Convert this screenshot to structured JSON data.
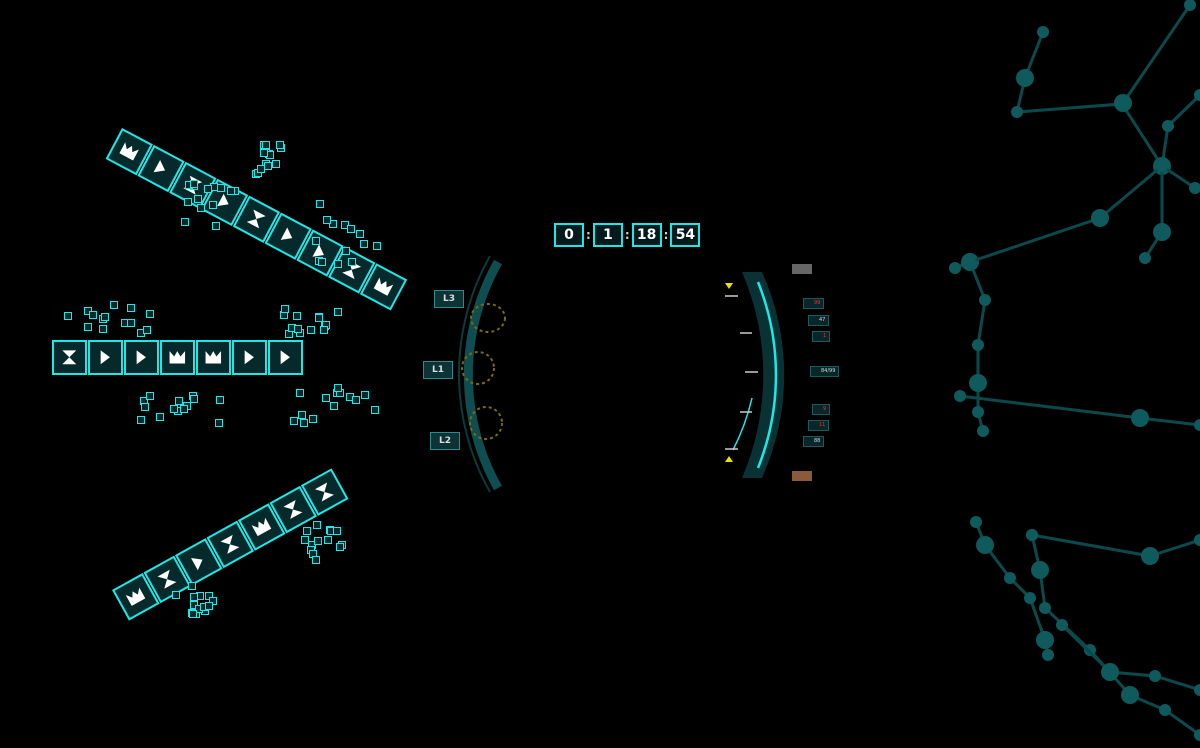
{
  "timer": {
    "segments": [
      "0",
      "1",
      "18",
      "54"
    ],
    "separator": ":"
  },
  "lanes": [
    {
      "label": "L3"
    },
    {
      "label": "L1"
    },
    {
      "label": "L2"
    }
  ],
  "readouts": [
    {
      "value": "99",
      "color": "#e03030"
    },
    {
      "value": "47",
      "color": "#cfe"
    },
    {
      "value": "1",
      "color": "#e03030"
    },
    {
      "value": "84/99",
      "color": "#cfe"
    },
    {
      "value": "9",
      "color": "#e03030"
    },
    {
      "value": "11",
      "color": "#e03030"
    },
    {
      "value": "88",
      "color": "#cfe"
    }
  ],
  "tile_groups": {
    "top": [
      "crown",
      "play",
      "hourglass",
      "play",
      "hourglass",
      "play",
      "play",
      "hourglass",
      "crown"
    ],
    "middle": [
      "hourglass",
      "play",
      "play",
      "crown",
      "crown",
      "play",
      "play"
    ],
    "bottom": [
      "crown",
      "hourglass",
      "play",
      "hourglass",
      "crown",
      "hourglass",
      "hourglass"
    ]
  },
  "colors": {
    "accent": "#1de8e8",
    "tile_bg": "#062a2c",
    "node": "#0e5a5c",
    "warning": "#f0e000"
  }
}
